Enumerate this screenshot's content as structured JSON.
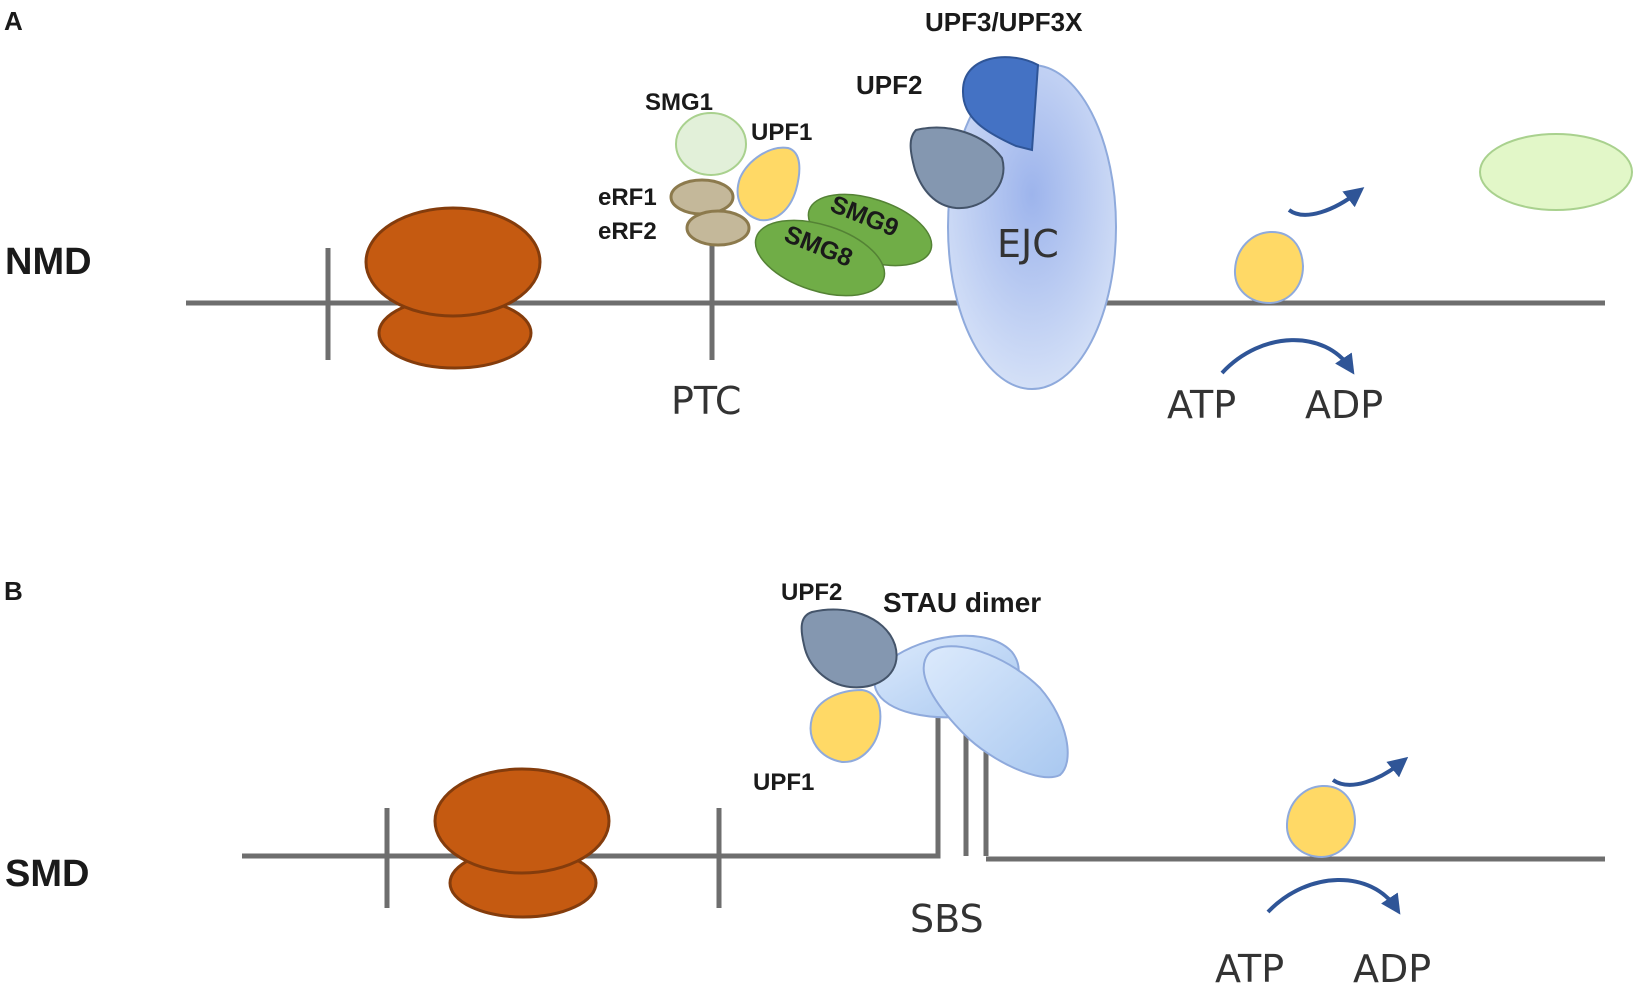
{
  "panel_a": {
    "letter": "A",
    "pathway": "NMD",
    "labels": {
      "smg1": "SMG1",
      "upf1": "UPF1",
      "erf1": "eRF1",
      "erf2": "eRF2",
      "smg9": "SMG9",
      "smg8": "SMG8",
      "upf2": "UPF2",
      "upf3": "UPF3/UPF3X",
      "ejc": "EJC",
      "ptc": "PTC",
      "atp": "ATP",
      "adp": "ADP"
    }
  },
  "panel_b": {
    "letter": "B",
    "pathway": "SMD",
    "labels": {
      "upf2": "UPF2",
      "stau": "STAU dimer",
      "upf1": "UPF1",
      "sbs": "SBS",
      "atp": "ATP",
      "adp": "ADP"
    }
  },
  "colors": {
    "mrna_line": "#6e6e6e",
    "ribosome_fill": "#c55a11",
    "ribosome_stroke": "#843c0c",
    "upf1_fill": "#ffd966",
    "upf1_stroke": "#8faadc",
    "smg1_fill": "#e2f0d9",
    "erf_fill": "#c4b89a",
    "erf_stroke": "#8c7a4d",
    "smg8_9_fill": "#70ad47",
    "upf2_fill": "#8497b0",
    "upf3_fill": "#4472c4",
    "ejc_fill": "#b4c7e7",
    "stau_fill": "#c5dcf7",
    "arrow": "#2f5597",
    "released_smg1_fill": "#e2f7c8"
  }
}
